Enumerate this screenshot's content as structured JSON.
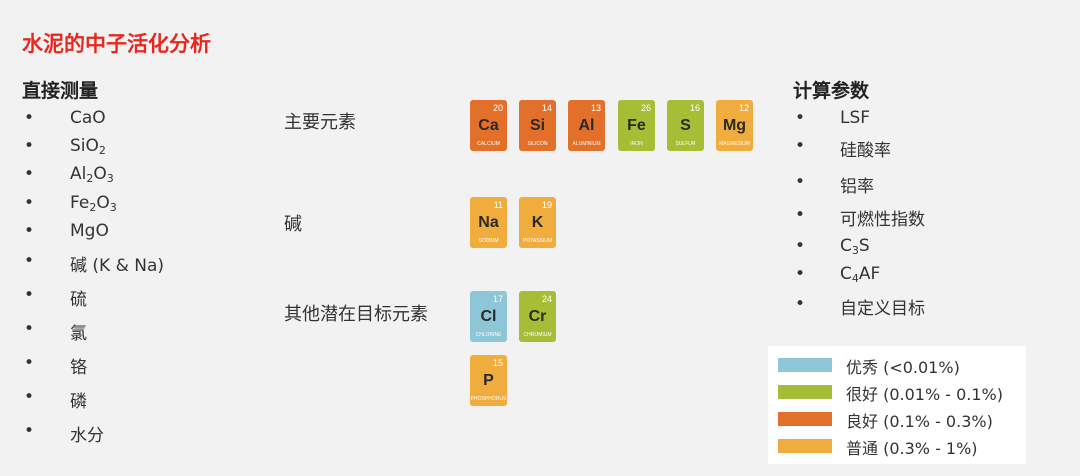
{
  "title": "水泥的中子活化分析",
  "direct": {
    "heading": "直接测量",
    "items": [
      {
        "main": "CaO"
      },
      {
        "main": "SiO",
        "sub1": "2"
      },
      {
        "main": "Al",
        "sub1": "2",
        "main2": "O",
        "sub2": "3"
      },
      {
        "main": "Fe",
        "sub1": "2",
        "main2": "O",
        "sub2": "3"
      },
      {
        "main": "MgO"
      },
      {
        "main": "碱 (K & Na)"
      },
      {
        "main": "硫"
      },
      {
        "main": "氯"
      },
      {
        "main": "铬"
      },
      {
        "main": "磷"
      },
      {
        "main": "水分"
      }
    ]
  },
  "bullet": "•",
  "rows": {
    "major": "主要元素",
    "alkali": "碱",
    "other": "其他潜在目标元素"
  },
  "colors": {
    "excellent": "#8dc6d6",
    "verygood": "#a6bd36",
    "good": "#e3702a",
    "normal": "#f0ac3c"
  },
  "elements": [
    {
      "num": "20",
      "sym": "Ca",
      "name": "CALCIUM",
      "grade": "good"
    },
    {
      "num": "14",
      "sym": "Si",
      "name": "SILICON",
      "grade": "good"
    },
    {
      "num": "13",
      "sym": "Al",
      "name": "ALUMINIUM",
      "grade": "good"
    },
    {
      "num": "26",
      "sym": "Fe",
      "name": "IRON",
      "grade": "verygood"
    },
    {
      "num": "16",
      "sym": "S",
      "name": "SULFUR",
      "grade": "verygood"
    },
    {
      "num": "12",
      "sym": "Mg",
      "name": "MAGNESIUM",
      "grade": "normal"
    },
    {
      "num": "11",
      "sym": "Na",
      "name": "SODIUM",
      "grade": "normal"
    },
    {
      "num": "19",
      "sym": "K",
      "name": "POTASSIUM",
      "grade": "normal"
    },
    {
      "num": "17",
      "sym": "Cl",
      "name": "CHLORINE",
      "grade": "excellent"
    },
    {
      "num": "24",
      "sym": "Cr",
      "name": "CHROMIUM",
      "grade": "verygood"
    },
    {
      "num": "15",
      "sym": "P",
      "name": "PHOSPHORUS",
      "grade": "normal"
    }
  ],
  "calc": {
    "heading": "计算参数",
    "items": [
      {
        "main": "LSF"
      },
      {
        "main": "硅酸率"
      },
      {
        "main": "铝率"
      },
      {
        "main": "可燃性指数"
      },
      {
        "main": "C",
        "sub1": "3",
        "main2": "S"
      },
      {
        "main": "C",
        "sub1": "4",
        "main2": "AF"
      },
      {
        "main": "自定义目标"
      }
    ]
  },
  "legend": [
    {
      "grade": "excellent",
      "label": "优秀",
      "range": "(<0.01%)"
    },
    {
      "grade": "verygood",
      "label": "很好",
      "range": "(0.01% - 0.1%)"
    },
    {
      "grade": "good",
      "label": "良好",
      "range": "(0.1% - 0.3%)"
    },
    {
      "grade": "normal",
      "label": "普通",
      "range": "(0.3% - 1%)"
    }
  ]
}
